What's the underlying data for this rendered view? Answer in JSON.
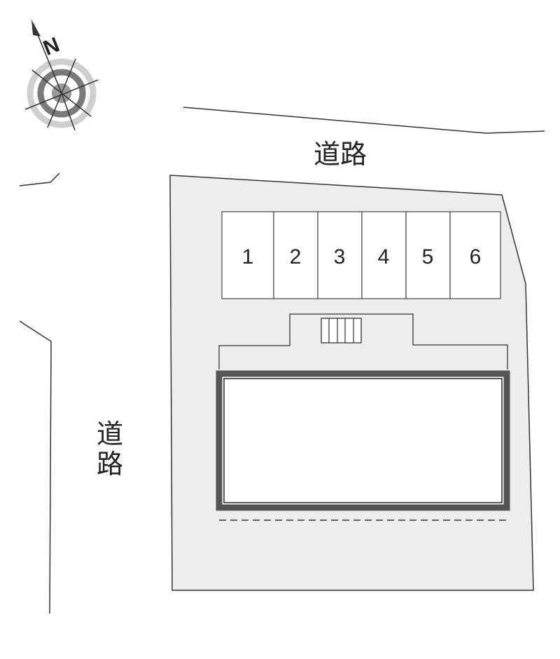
{
  "roads": {
    "top_label": "道路",
    "left_label": "道路"
  },
  "compass": {
    "icon": "north-arrow-compass-icon",
    "north_label": "N"
  },
  "parking": {
    "spaces": [
      "1",
      "2",
      "3",
      "4",
      "5",
      "6"
    ]
  },
  "colors": {
    "lot_fill": "#ededed",
    "line": "#333333",
    "building_wall": "#555555",
    "compass_ring": "#777777"
  }
}
